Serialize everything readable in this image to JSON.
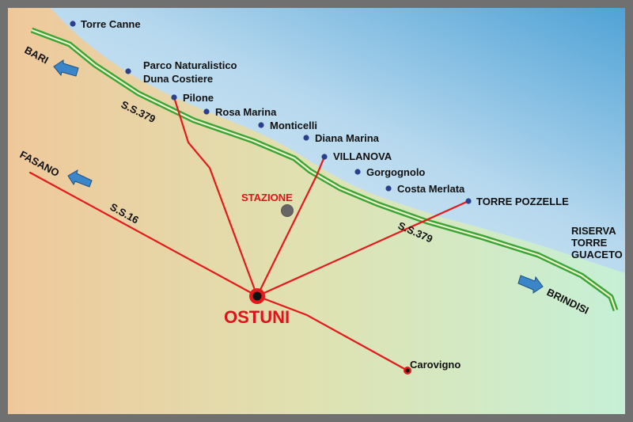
{
  "places": {
    "torre_canne": "Torre Canne",
    "parco_line1": "Parco Naturalistico",
    "parco_line2": "Duna Costiere",
    "pilone": "Pilone",
    "rosa_marina": "Rosa Marina",
    "monticelli": "Monticelli",
    "diana_marina": "Diana Marina",
    "villanova": "VILLANOVA",
    "gorgognolo": "Gorgognolo",
    "costa_merlata": "Costa Merlata",
    "torre_pozzelle": "TORRE POZZELLE",
    "riserva_line1": "RISERVA",
    "riserva_line2": "TORRE",
    "riserva_line3": "GUACETO",
    "stazione": "STAZIONE",
    "ostuni": "OSTUNI",
    "carovigno": "Carovigno"
  },
  "roads": {
    "ss379_a": "S.S.379",
    "ss379_b": "S.S.379",
    "ss16": "S.S.16"
  },
  "directions": {
    "bari": "BARI",
    "fasano": "FASANO",
    "brindisi": "BRINDISI"
  },
  "colors": {
    "sea_dark": "#5aa8d8",
    "sea_light": "#cfe6f2",
    "land_left": "#efc89a",
    "land_right": "#c8f0d8",
    "road_red": "#e31a1c",
    "road_green": "#3aa535",
    "marker_blue": "#2b3f8f",
    "arrow_blue": "#3a86c8"
  }
}
